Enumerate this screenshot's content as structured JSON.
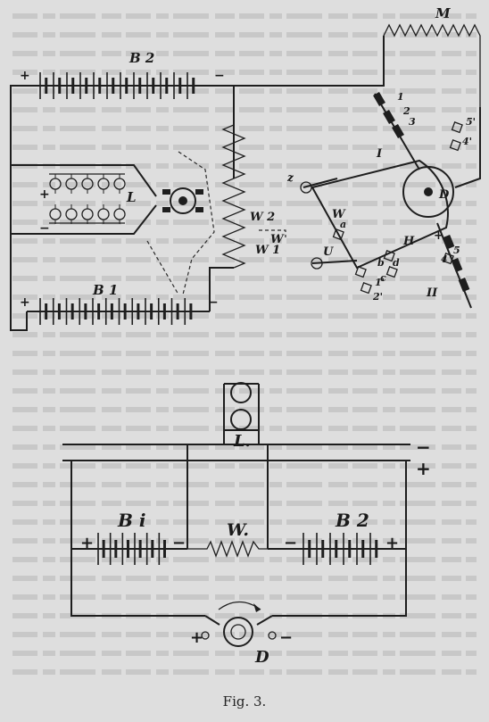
{
  "caption": "Fig. 3.",
  "upper": {
    "M": "M",
    "B2": "B 2",
    "B1": "B 1",
    "L": "L",
    "W": "W",
    "W1": "W 1",
    "W2": "W 2",
    "W_iii": "W",
    "D": "D",
    "H": "H",
    "I": "I",
    "II": "II",
    "U": "U",
    "n1": "1",
    "n2": "2",
    "n3": "3",
    "n4": "4",
    "n5p": "5'",
    "n4p": "4'",
    "n5": "5",
    "n1p": "1'",
    "n2p": "2'",
    "a": "a",
    "b": "b",
    "c": "c",
    "d": "d",
    "z": "z",
    "plus": "+",
    "minus": "−"
  },
  "lower": {
    "L": "L.",
    "Bi": "B i",
    "B2": "B 2",
    "W": "W.",
    "D": "D",
    "plus": "+",
    "minus": "−"
  }
}
